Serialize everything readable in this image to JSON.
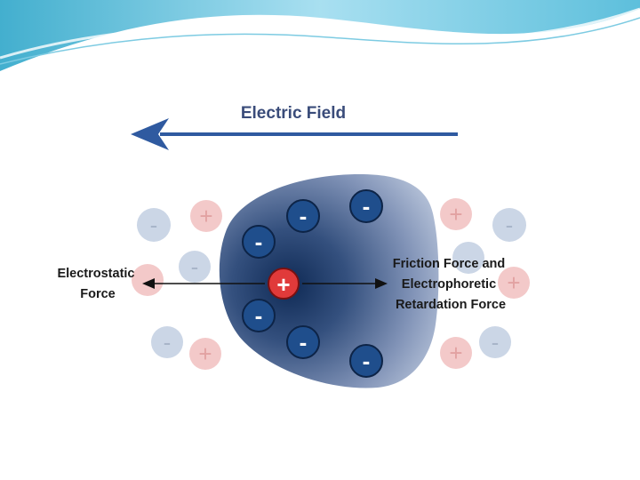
{
  "diagram": {
    "title": "Electric Field",
    "left_label": [
      "Electrostatic",
      "Force"
    ],
    "right_label": [
      "Friction Force and",
      "Electrophoretic",
      "Retardation Force"
    ],
    "colors": {
      "field_arrow": "#2f5aa0",
      "ion_dark": "#1f4e8c",
      "ion_center": "#e03a3a",
      "ion_faded_blue": "#cbd6e6",
      "ion_faded_red": "#f3c9c9",
      "banner": "#6ec6e0"
    },
    "signs": {
      "plus": "+",
      "minus": "-"
    }
  }
}
